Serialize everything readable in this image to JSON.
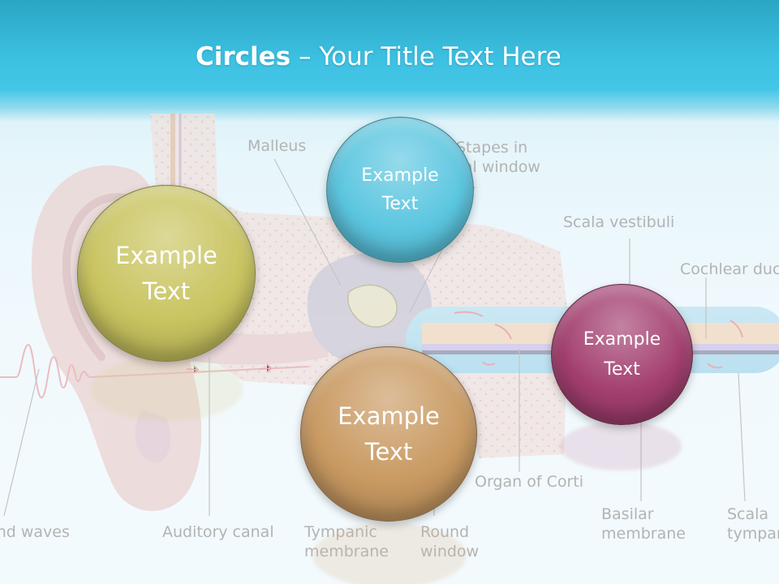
{
  "slide": {
    "title_bold": "Circles",
    "title_rest": " – Your Title Text Here"
  },
  "bubbles": [
    {
      "line1": "Example",
      "line2": "Text",
      "color": "#c9c460"
    },
    {
      "line1": "Example",
      "line2": "Text",
      "color": "#5cc6e0"
    },
    {
      "line1": "Example",
      "line2": "Text",
      "color": "#c99a62"
    },
    {
      "line1": "Example",
      "line2": "Text",
      "color": "#a33f6f"
    }
  ],
  "labels": {
    "malleus": "Malleus",
    "stapes_1": "Stapes in",
    "stapes_2": "oval window",
    "scala_vestibuli": "Scala vestibuli",
    "cochlear_duct": "Cochlear duct",
    "organ_of_corti": "Organ of Corti",
    "sound_waves": "Sound waves",
    "auditory_canal": "Auditory canal",
    "tympanic_1": "Tympanic",
    "tympanic_2": "membrane",
    "round_1": "Round",
    "round_2": "window",
    "basilar_1": "Basilar",
    "basilar_2": "membrane",
    "scala_tympani_1": "Scala",
    "scala_tympani_2": "tympani"
  }
}
